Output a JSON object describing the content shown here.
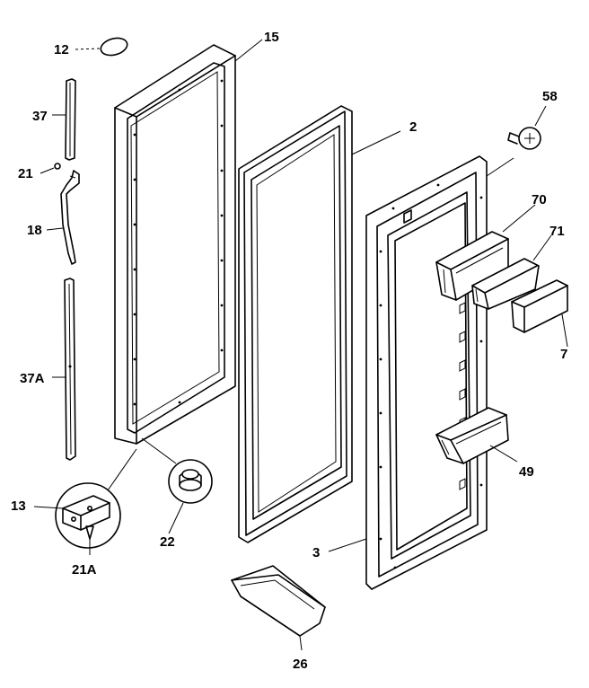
{
  "labels": {
    "l12": "12",
    "l15": "15",
    "l37": "37",
    "l21": "21",
    "l18": "18",
    "l37a": "37A",
    "l13": "13",
    "l21a": "21A",
    "l22": "22",
    "l2": "2",
    "l58": "58",
    "l70": "70",
    "l71": "71",
    "l7": "7",
    "l49": "49",
    "l3": "3",
    "l26": "26"
  }
}
